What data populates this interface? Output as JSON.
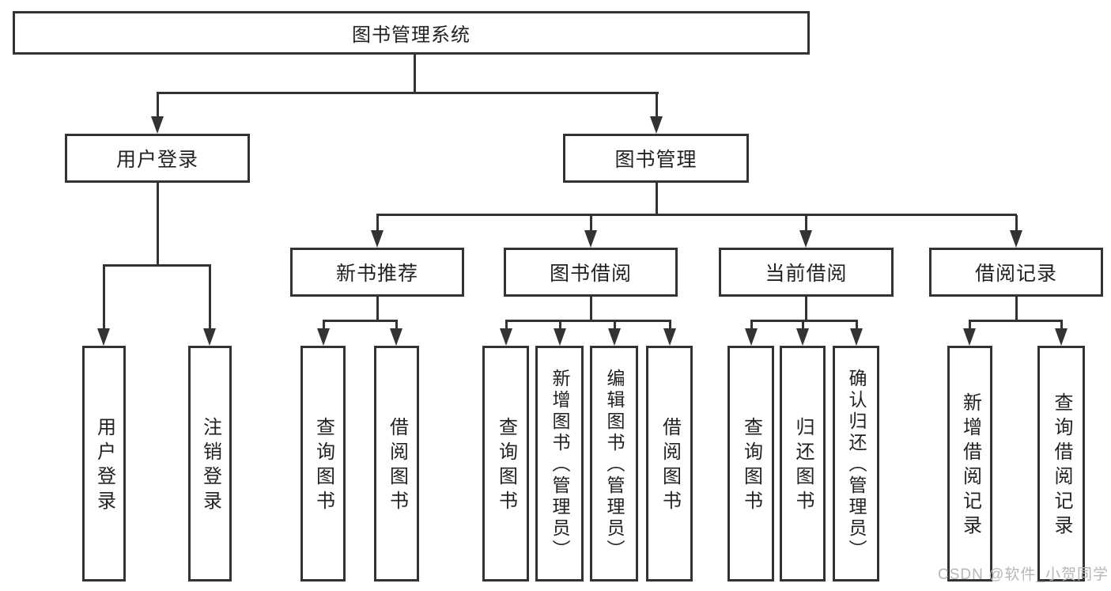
{
  "diagram": {
    "root": {
      "label": "图书管理系统"
    },
    "level2": {
      "user_login": {
        "label": "用户登录"
      },
      "book_mgmt": {
        "label": "图书管理"
      }
    },
    "level3": {
      "new_book_rec": {
        "label": "新书推荐"
      },
      "book_borrow": {
        "label": "图书借阅"
      },
      "current_borrow": {
        "label": "当前借阅"
      },
      "borrow_records": {
        "label": "借阅记录"
      }
    },
    "leaves": {
      "user_login": {
        "label": "用户登录"
      },
      "logout": {
        "label": "注销登录"
      },
      "rec_query_book": {
        "label": "查询图书"
      },
      "rec_borrow_book": {
        "label": "借阅图书"
      },
      "bb_query_book": {
        "label": "查询图书"
      },
      "bb_add_book": {
        "label": "新增图书（管理员）"
      },
      "bb_edit_book": {
        "label": "编辑图书（管理员）"
      },
      "bb_borrow_book": {
        "label": "借阅图书"
      },
      "cb_query_book": {
        "label": "查询图书"
      },
      "cb_return_book": {
        "label": "归还图书"
      },
      "cb_confirm_return": {
        "label": "确认归还（管理员）"
      },
      "br_add_record": {
        "label": "新增借阅记录"
      },
      "br_query_record": {
        "label": "查询借阅记录"
      }
    },
    "watermark": "CSDN @软件_小贺同学",
    "colors": {
      "line": "#333333",
      "text": "#222222",
      "watermark": "#b7b7b7",
      "background": "#ffffff"
    }
  }
}
